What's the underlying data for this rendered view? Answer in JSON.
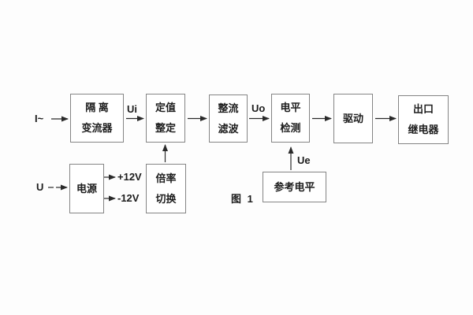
{
  "figure": {
    "caption": "图 1"
  },
  "colors": {
    "background": "#fdfdfd",
    "box_fill": "#ffffff",
    "box_border": "#848484",
    "text": "#1d1d1d",
    "arrow": "#2a2a2a"
  },
  "blocks": {
    "isolation_transformer": {
      "line1": "隔 离",
      "line2": "变流器"
    },
    "setpoint_setting": {
      "line1": "定值",
      "line2": "整定"
    },
    "rectify_filter": {
      "line1": "整流",
      "line2": "滤波"
    },
    "level_detect": {
      "line1": "电平",
      "line2": "检测"
    },
    "drive": {
      "line1": "驱动"
    },
    "output_relay": {
      "line1": "出口",
      "line2": "继电器"
    },
    "power_supply": {
      "line1": "电源"
    },
    "ratio_switch": {
      "line1": "倍率",
      "line2": "切换"
    },
    "reference_level": {
      "line1": "参考电平"
    }
  },
  "signals": {
    "input_current": "I~",
    "input_voltage": "U",
    "ui": "Ui",
    "uo": "Uo",
    "ue": "Ue",
    "plus_12v": "+12V",
    "minus_12v": "-12V"
  }
}
